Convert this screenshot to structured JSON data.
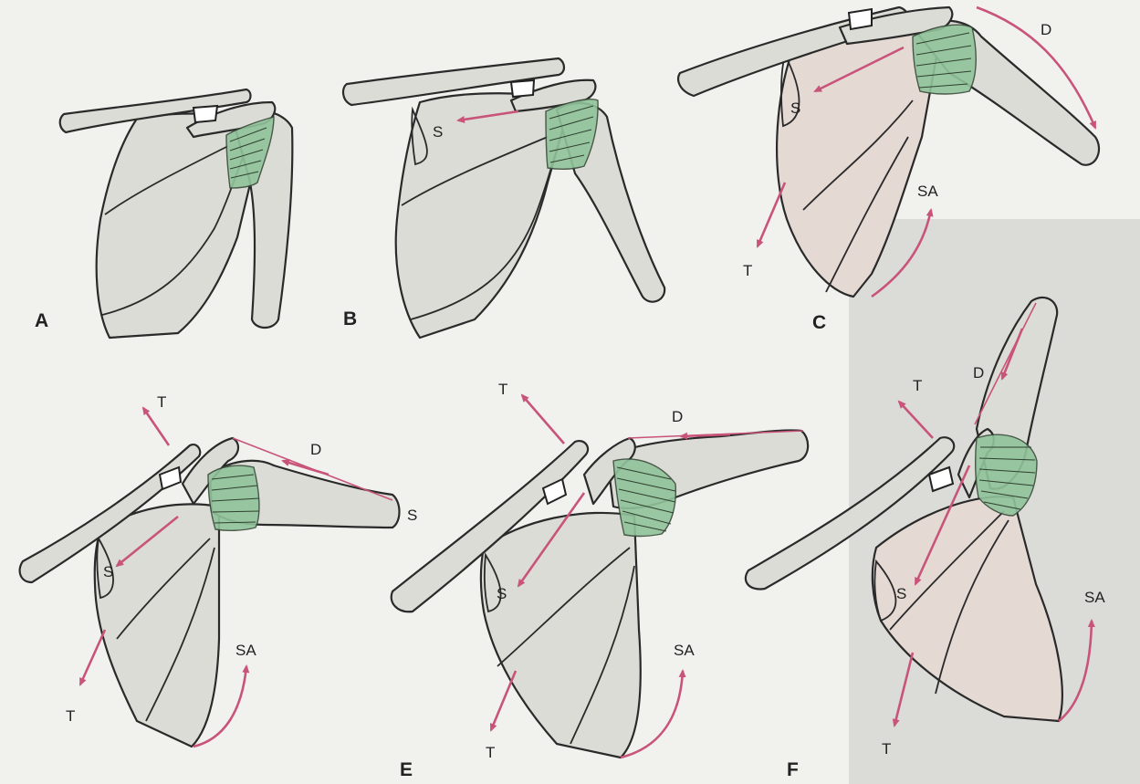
{
  "panels": {
    "a": {
      "letter": "A"
    },
    "b": {
      "letter": "B",
      "labels": {
        "s": "S"
      }
    },
    "c": {
      "letter": "C",
      "labels": {
        "d": "D",
        "s": "S",
        "sa": "SA",
        "t": "T"
      }
    },
    "d": {
      "letter": "",
      "labels": {
        "t_top": "T",
        "d": "D",
        "s_tip": "S",
        "s": "S",
        "sa": "SA",
        "t": "T"
      }
    },
    "e": {
      "letter": "E",
      "labels": {
        "t_top": "T",
        "d": "D",
        "s": "S",
        "sa": "SA",
        "t": "T"
      }
    },
    "f": {
      "letter": "F",
      "labels": {
        "t_top": "T",
        "d": "D",
        "s": "S",
        "sa": "SA",
        "t": "T"
      }
    }
  },
  "colors": {
    "arrow": "#c8547a",
    "muscle": "#8fc39a",
    "bone": "#dcdcd6",
    "outline": "#2a2a2a",
    "paper": "#f1f1ee"
  }
}
